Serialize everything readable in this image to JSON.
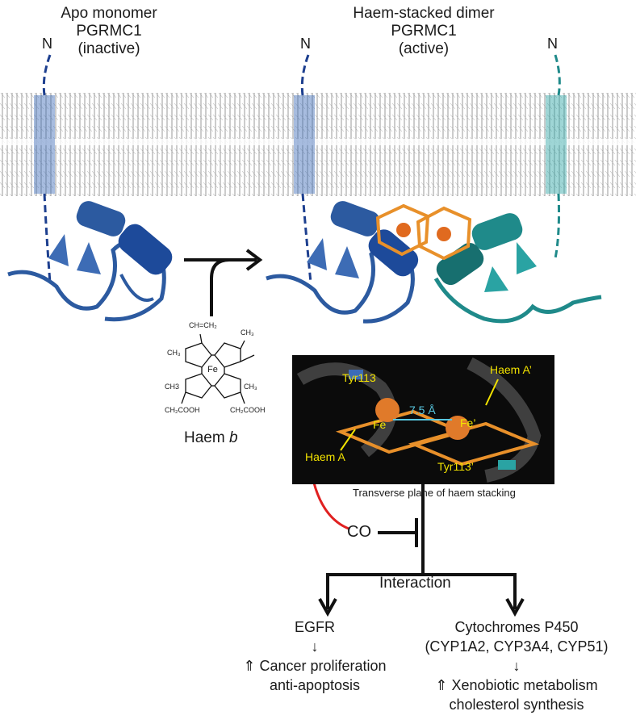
{
  "monomer": {
    "line1": "Apo monomer",
    "line2": "PGRMC1",
    "line3": "(inactive)"
  },
  "dimer": {
    "line1": "Haem-stacked dimer",
    "line2": "PGRMC1",
    "line3": "(active)"
  },
  "n_terminus": "N",
  "haem": {
    "name": "Haem ",
    "name_italic": "b",
    "vinyl": "CH=CH₂",
    "ch3_a": "CH₃",
    "ch3_b": "CH3",
    "ch3_c": "CH₃",
    "fe": "Fe",
    "acid_left": "CH₂COOH",
    "acid_right": "CH₂COOH"
  },
  "inset": {
    "tyr113": "Tyr113",
    "tyr113_prime": "Tyr113’",
    "haem_a": "Haem A",
    "haem_a_prime": "Haem A’",
    "fe": "Fe",
    "fe_prime": "Fe’",
    "distance": "7.5 Å"
  },
  "plane_caption": "Transverse plane of haem stacking",
  "co_label": "CO",
  "interaction_label": "Interaction",
  "egfr": {
    "title": "EGFR",
    "arrow": "↓",
    "effect1": "⇑ Cancer proliferation",
    "effect2": "anti-apoptosis"
  },
  "cyp": {
    "title": "Cytochromes P450",
    "members": "(CYP1A2, CYP3A4, CYP51)",
    "arrow": "↓",
    "effect1": "⇑ Xenobiotic metabolism",
    "effect2": "cholesterol synthesis"
  },
  "colors": {
    "blue_protein": "#2c5aa0",
    "teal_protein": "#1f8a8a",
    "haem_orange": "#e8902a",
    "arrow_red": "#e02020",
    "membrane_gray": "#8a8a8a"
  }
}
